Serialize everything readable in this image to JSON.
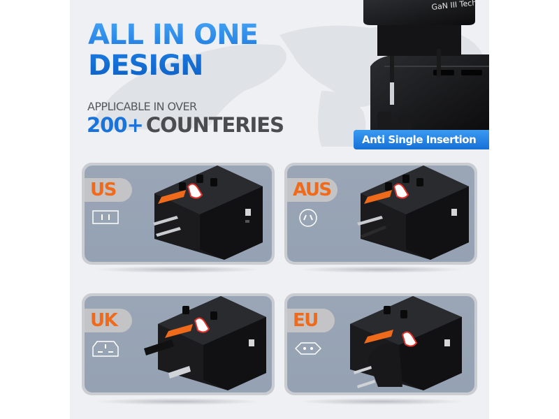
{
  "headline": {
    "line1": "ALL IN ONE",
    "line2": "DESIGN"
  },
  "subheading": "APPLICABLE IN OVER",
  "count": {
    "number": "200+",
    "word": "COUNTERIES"
  },
  "top_product": {
    "brand_text": "GaN III Tech",
    "banner_label": "Anti Single Insertion"
  },
  "panels": [
    {
      "label": "US",
      "socket_icon": "us-socket-icon"
    },
    {
      "label": "AUS",
      "socket_icon": "aus-socket-icon"
    },
    {
      "label": "UK",
      "socket_icon": "uk-socket-icon"
    },
    {
      "label": "EU",
      "socket_icon": "eu-socket-icon"
    }
  ],
  "colors": {
    "headline_blue": "#1b78de",
    "tag_orange": "#f06a1c",
    "panel_bg": "#97a4b5",
    "banner_blue": "#1670d8",
    "page_bg": "#eef0f4"
  }
}
